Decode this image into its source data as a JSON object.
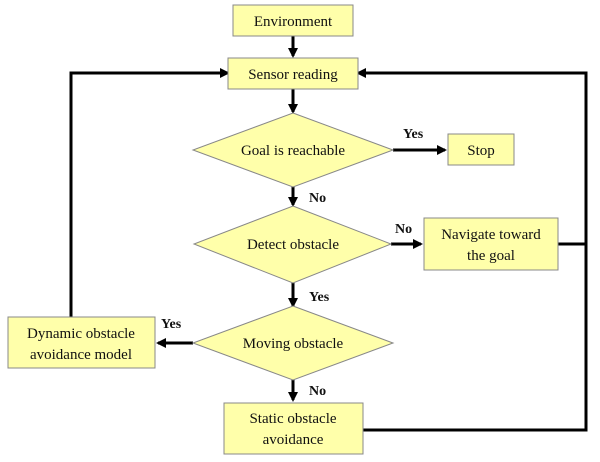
{
  "nodes": {
    "environment": {
      "lines": [
        "Environment"
      ]
    },
    "sensor_reading": {
      "lines": [
        "Sensor reading"
      ]
    },
    "goal_reachable": {
      "lines": [
        "Goal is reachable"
      ]
    },
    "stop": {
      "lines": [
        "Stop"
      ]
    },
    "detect_obstacle": {
      "lines": [
        "Detect obstacle"
      ]
    },
    "navigate": {
      "lines": [
        "Navigate toward",
        "the goal"
      ]
    },
    "moving_obstacle": {
      "lines": [
        "Moving obstacle"
      ]
    },
    "dynamic_avoidance": {
      "lines": [
        "Dynamic obstacle",
        "avoidance model"
      ]
    },
    "static_avoidance": {
      "lines": [
        "Static obstacle",
        "avoidance"
      ]
    }
  },
  "edge_labels": {
    "goal_yes": "Yes",
    "goal_no": "No",
    "detect_no": "No",
    "detect_yes": "Yes",
    "moving_yes": "Yes",
    "moving_no": "No"
  },
  "colors": {
    "node_fill": "#FFFFAA",
    "node_stroke": "#888888",
    "edge": "#000000"
  }
}
